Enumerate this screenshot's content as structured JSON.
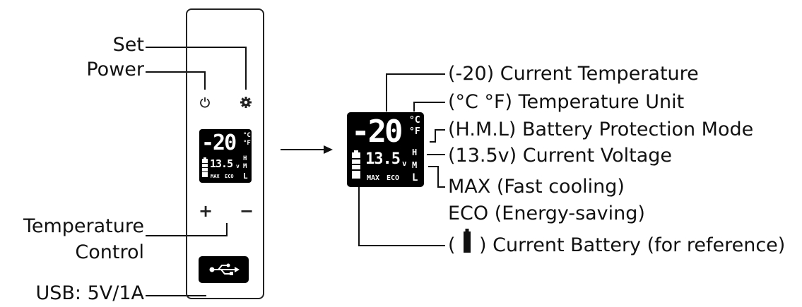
{
  "panel_labels": {
    "set": "Set",
    "power": "Power",
    "temp_control_1": "Temperature",
    "temp_control_2": "Control",
    "usb": "USB: 5V/1A"
  },
  "display": {
    "temperature": "-20",
    "unit_c": "°C",
    "unit_f": "°F",
    "voltage": "13.5",
    "voltage_unit": "v",
    "mode_h": "H",
    "mode_m": "M",
    "mode_l": "L",
    "max": "MAX",
    "eco": "ECO"
  },
  "buttons": {
    "plus": "+",
    "minus": "−"
  },
  "legend": {
    "current_temperature": "(-20) Current Temperature",
    "temperature_unit": "(°C °F) Temperature Unit",
    "battery_protection": "(H.M.L) Battery Protection Mode",
    "current_voltage": "(13.5v) Current Voltage",
    "max": "MAX (Fast cooling)",
    "eco": "ECO (Energy-saving)",
    "battery_open": "(",
    "battery_close": ") Current Battery (for reference)"
  },
  "icons": [
    "power-icon",
    "gear-icon",
    "usb-icon",
    "battery-icon",
    "arrow-right-icon"
  ]
}
